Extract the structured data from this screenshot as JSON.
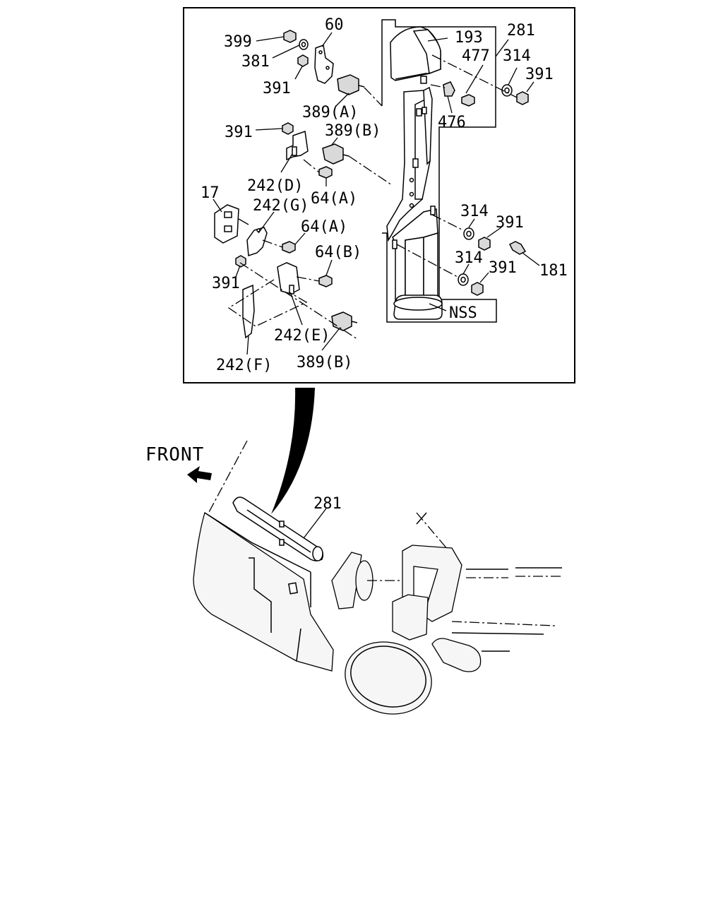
{
  "labels": {
    "p399": "399",
    "p381": "381",
    "p391_a": "391",
    "p60": "60",
    "p389a": "389(A)",
    "p391_b": "391",
    "p389b_top": "389(B)",
    "p242d": "242(D)",
    "p64a_1": "64(A)",
    "p17": "17",
    "p242g": "242(G)",
    "p64a_2": "64(A)",
    "p64b": "64(B)",
    "p391_c": "391",
    "p242e": "242(E)",
    "p242f": "242(F)",
    "p389b_bot": "389(B)",
    "p193": "193",
    "p281_top": "281",
    "p477": "477",
    "p314_a": "314",
    "p391_d": "391",
    "p476": "476",
    "p314_b": "314",
    "p391_e": "391",
    "p314_c": "314",
    "p391_f": "391",
    "p181": "181",
    "nss": "NSS",
    "front": "FRONT",
    "p281_bot": "281"
  },
  "icons": {
    "front_arrow": "arrow-left-icon"
  }
}
